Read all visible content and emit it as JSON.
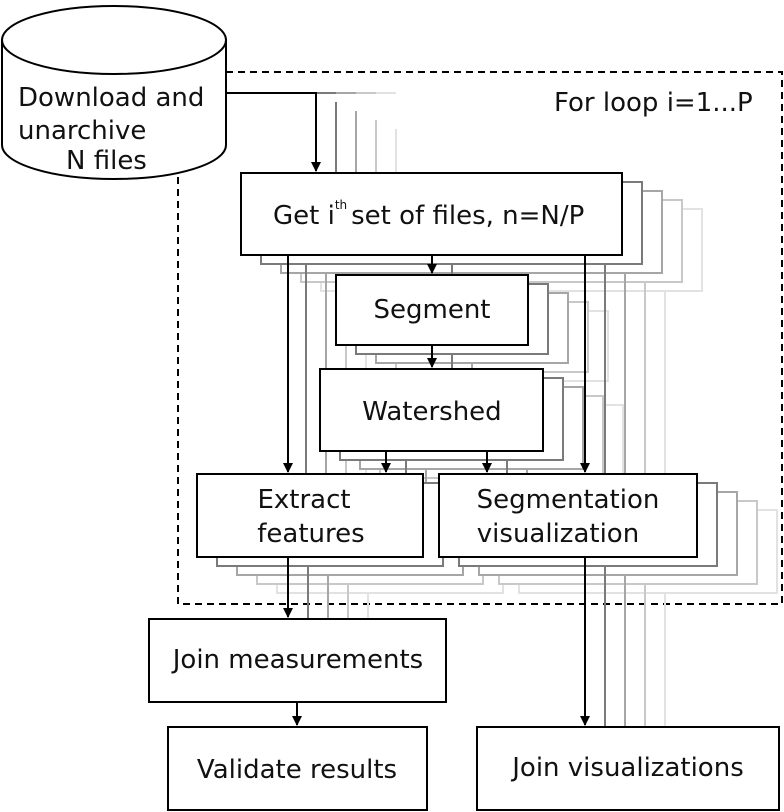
{
  "diagram": {
    "loop_label": "For loop i=1...P",
    "nodes": {
      "download": {
        "lines": [
          "Download and",
          "unarchive",
          "N files"
        ]
      },
      "get_set": {
        "prefix": "Get i",
        "superscript": "th",
        "suffix": "set of files, n=N/P"
      },
      "segment": {
        "label": "Segment"
      },
      "watershed": {
        "label": "Watershed"
      },
      "extract": {
        "lines": [
          "Extract",
          "features"
        ]
      },
      "segviz": {
        "lines": [
          "Segmentation",
          "visualization"
        ]
      },
      "join_meas": {
        "label": "Join measurements"
      },
      "validate": {
        "label": "Validate results"
      },
      "join_viz": {
        "label": "Join visualizations"
      }
    },
    "edges": [
      [
        "download",
        "get_set"
      ],
      [
        "get_set",
        "segment"
      ],
      [
        "get_set",
        "extract"
      ],
      [
        "get_set",
        "segviz"
      ],
      [
        "segment",
        "watershed"
      ],
      [
        "watershed",
        "extract"
      ],
      [
        "watershed",
        "segviz"
      ],
      [
        "extract",
        "join_meas"
      ],
      [
        "join_meas",
        "validate"
      ],
      [
        "segviz",
        "join_viz"
      ]
    ],
    "colors": {
      "stroke": "#000000",
      "shadow_gray_1": "#7a7a7a",
      "shadow_gray_2": "#a6a6a6",
      "shadow_gray_3": "#c8c8c8",
      "shadow_gray_4": "#e2e2e2"
    }
  }
}
